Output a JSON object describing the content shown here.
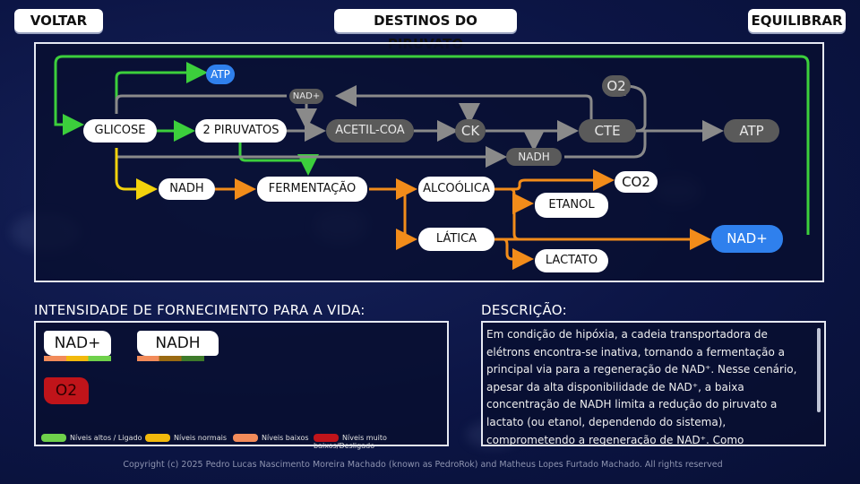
{
  "header": {
    "back_label": "VOLTAR",
    "title": "DESTINOS DO PIRUVATO",
    "balance_label": "EQUILIBRAR"
  },
  "diagram": {
    "nodes": {
      "glicose": "GLICOSE",
      "piruvatos": "2 PIRUVATOS",
      "acetil_coa": "ACETIL-COA",
      "ck": "CK",
      "cte": "CTE",
      "atp_right": "ATP",
      "atp_top": "ATP",
      "o2": "O2",
      "nad_plus_small": "NAD+",
      "nadh_gray": "NADH",
      "nadh": "NADH",
      "fermentacao": "FERMENTAÇÃO",
      "alcoolica": "ALCOÓLICA",
      "co2": "CO2",
      "etanol": "ETANOL",
      "latica": "LÁTICA",
      "lactato": "LACTATO",
      "nad_plus": "NAD+"
    }
  },
  "supply": {
    "title": "INTENSIDADE DE FORNECIMENTO PARA A VIDA:",
    "cards": {
      "nad_plus": "NAD+",
      "nadh": "NADH",
      "o2": "O2"
    },
    "legend": [
      {
        "label": "Níveis altos / Ligado",
        "color": "#6fd14b"
      },
      {
        "label": "Níveis normais",
        "color": "#f2b90c"
      },
      {
        "label": "Níveis baixos",
        "color": "#f28b5a"
      },
      {
        "label": "Níveis muito baixos/Desligado",
        "color": "#c0141a"
      }
    ]
  },
  "description": {
    "title": "DESCRIÇÃO:",
    "text": "Em condição de hipóxia, a cadeia transportadora de elétrons encontra-se inativa, tornando a fermentação a principal via para a regeneração de NAD⁺. Nesse cenário, apesar da alta disponibilidade de NAD⁺, a baixa concentração de NADH limita a redução do piruvato a lactato (ou etanol, dependendo do sistema), comprometendo a regeneração de NAD⁺. Como consequência, a fermentação ocorre com baixa intensidade, o que reduz diretamente a atividade do glicólise e limita"
  },
  "footer": {
    "copyright": "Copyright (c) 2025 Pedro Lucas Nascimento Moreira Machado (known as PedroRok) and Matheus Lopes Furtado Machado. All rights reserved"
  },
  "colors": {
    "green": "#3ccf3c",
    "gray": "#8a8a8a",
    "yellow": "#f2d20c",
    "orange": "#f28c1a",
    "blue": "#2f80ed"
  }
}
